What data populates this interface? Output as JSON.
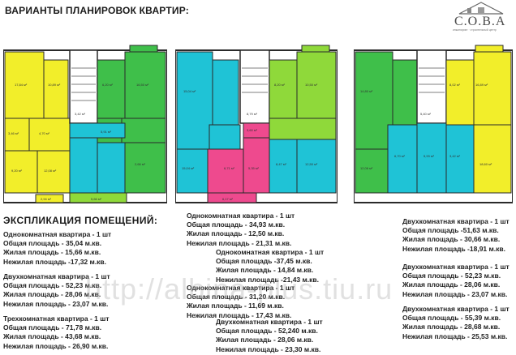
{
  "header": {
    "title": "ВАРИАНТЫ ПЛАНИРОВОК КВАРТИР:"
  },
  "logo": {
    "word": "С.О.В.А",
    "sub": "инжиниринг · строительный центр"
  },
  "colors": {
    "yellow": "#f2ee2a",
    "green": "#3fbf4a",
    "cyan": "#1fc3d6",
    "pink": "#ee4a8e",
    "lime": "#8fd93a",
    "wall": "#2a2a2a"
  },
  "plans": {
    "left": {
      "rooms": [
        "17,84 м²",
        "10,89 м²",
        "6,20 м²",
        "16,50 м²",
        "3,42 м²",
        "4,70 м²",
        "3,46 м²",
        "9,20 м²",
        "12,08 м²",
        "5,91 м²",
        "2,66 м²",
        "2,94 м²",
        "5,66 м²"
      ]
    },
    "middle": {
      "rooms": [
        "15,04 м²",
        "8,79 м²",
        "8,20 м²",
        "10,50 м²",
        "6,71 м²",
        "3,60 м²",
        "5,35 м²",
        "12,50 м²",
        "15,04 м²",
        "8,47 м²",
        "6,17 м²"
      ]
    },
    "right": {
      "rooms": [
        "16,89 м²",
        "8,02 м²",
        "5,40 м²",
        "14,80 м²",
        "6,70 м²",
        "12,06 м²",
        "3,42 м²",
        "5,93 м²",
        "18,60 м²"
      ]
    }
  },
  "explication": {
    "title": "ЭКСПЛИКАЦИЯ ПОМЕЩЕНИЙ:",
    "groups": [
      {
        "lines": [
          "Однокомнатная квартира - 1 шт",
          "Общая площадь - 35,04 м.кв.",
          "Жилая площадь - 15,66 м.кв.",
          "Нежилая площадь -17,32 м.кв."
        ]
      },
      {
        "lines": [
          "Двухкомнатная квартира - 1 шт",
          "Общая площадь - 52,23 м.кв.",
          "Жилая площадь - 28,06 м.кв.",
          "Нежилая площадь - 23,07 м.кв."
        ]
      },
      {
        "lines": [
          "Трехкомнатная квартира - 1 шт",
          "Общая площадь - 71,78 м.кв.",
          "Жилая площадь - 43,68 м.кв.",
          "Нежилая площадь - 26,90 м.кв."
        ]
      },
      {
        "lines": [
          "Однокомнатная квартира - 1 шт",
          "Общая площадь - 34,93 м.кв.",
          "Жилая площадь - 12,50 м.кв.",
          "Нежилая площадь - 21,31 м.кв."
        ]
      },
      {
        "lines": [
          "Однокомнатная квартира - 1 шт",
          "Общая площадь -37,45 м.кв.",
          "Жилая площадь - 14,84 м.кв.",
          "Нежилая площадь -21,43 м.кв."
        ]
      },
      {
        "lines": [
          "Однокомнатная квартира - 1 шт",
          "Общая площадь - 31,20 м.кв.",
          "Жилая площадь - 11,69 м.кв.",
          "Нежилая площадь - 17,43 м.кв."
        ]
      },
      {
        "lines": [
          "Двухкомнатная квартира - 1 шт",
          "Общая площадь - 52,240 м.кв.",
          "Жилая площадь - 28,06 м.кв.",
          "Нежилая площадь - 23,30 м.кв."
        ]
      },
      {
        "lines": [
          "Двухкомнатная квартира - 1 шт",
          "Общая площадь -51,63 м.кв.",
          "Жилая площадь - 30,66 м.кв.",
          "Нежилая площадь -18,91 м.кв."
        ]
      },
      {
        "lines": [
          "Двухкомнатная квартира - 1 шт",
          "Общая площадь - 52,23 м.кв.",
          "Жилая площадь - 28,06 м.кв.",
          "Нежилая площадь - 23,07 м.кв."
        ]
      },
      {
        "lines": [
          "Двухкомнатная квартира - 1 шт",
          "Общая площадь - 55,39 м.кв.",
          "Жилая площадь - 28,68 м.кв.",
          "Нежилая площадь - 25,53 м.кв."
        ]
      }
    ]
  },
  "watermark": "http://albina-plus.tiu.ru"
}
